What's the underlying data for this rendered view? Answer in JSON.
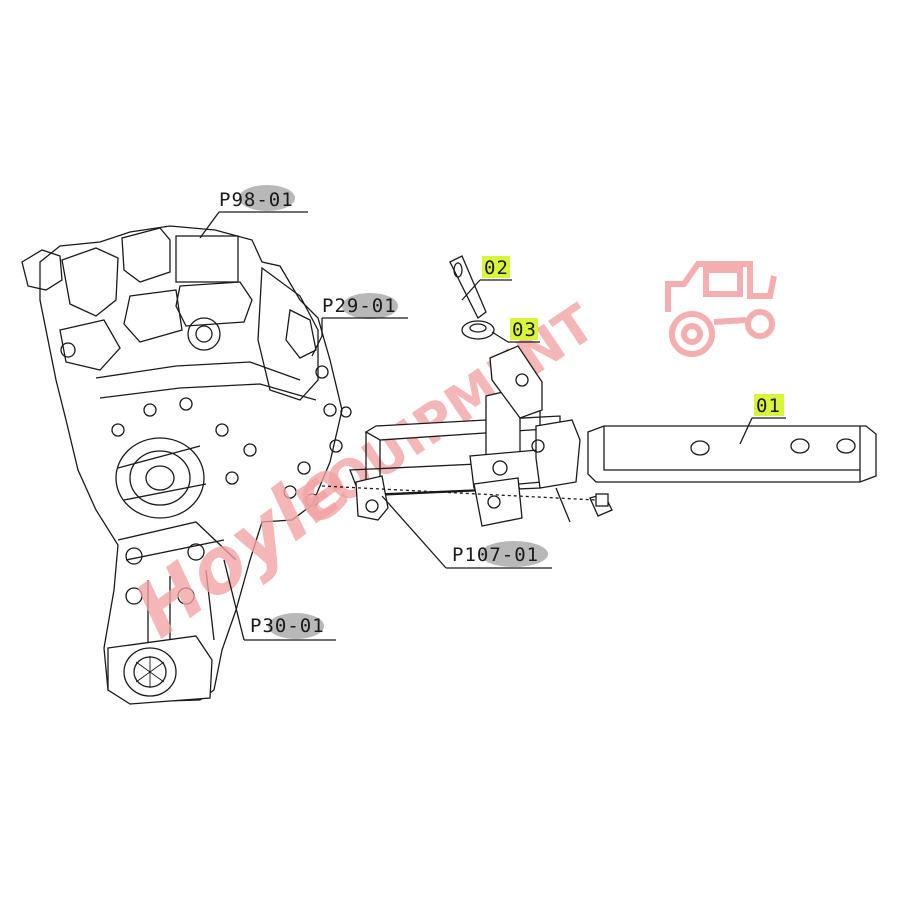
{
  "colors": {
    "background": "#ffffff",
    "line": "#1a1a1a",
    "callout_gray": "#b8b8b8",
    "callout_green": "#d8f53a",
    "watermark": "#f2a2a2"
  },
  "watermark": {
    "brand_script": "Hoyle",
    "brand_block": "EQUIPMENT",
    "icon": "tractor-logo-icon"
  },
  "callouts": {
    "p98": "P98-01",
    "p29": "P29-01",
    "p107": "P107-01",
    "p30": "P30-01",
    "c02": "02",
    "c03": "03",
    "c01": "01"
  }
}
